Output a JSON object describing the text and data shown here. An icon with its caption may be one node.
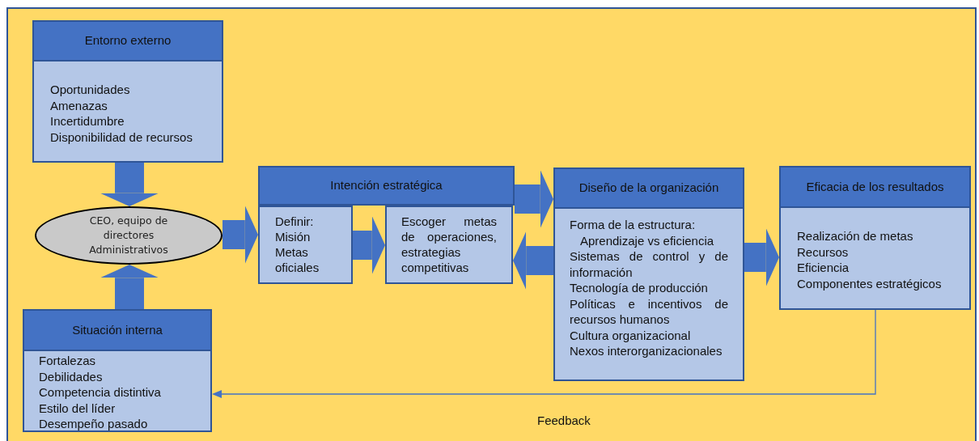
{
  "diagram": {
    "nodes": [
      {
        "text": [
          "Entorno externo",
          "Oportunidades",
          "Amenazas",
          "Incertidumbre",
          "Disponibilidad de recursos"
        ]
      },
      {
        "text": [
          "CEO, equipo de directores Administrativos"
        ]
      },
      {
        "text": [
          "Situación interna",
          "Fortalezas",
          "Debilidades",
          "Competencia distintiva",
          "Estilo del líder",
          "Desempeño pasado"
        ]
      },
      {
        "text": [
          "Intención estratégica"
        ]
      },
      {
        "text": [
          "Definir:",
          "Misión",
          "Metas oficiales"
        ]
      },
      {
        "text": [
          "Escoger metas de operaciones, estrategias competitivas"
        ]
      },
      {
        "text": [
          "Diseño de la organización",
          "Forma de la estructura:",
          "Aprendizaje vs eficiencia",
          "Sistemas de control y de información",
          "Tecnología de producción",
          "Políticas e incentivos de recursos humanos",
          "Cultura organizacional",
          "Nexos interorganizacionales"
        ]
      },
      {
        "text": [
          "Eficacia de los resultados",
          "Realización de metas",
          "Recursos",
          "Eficiencia",
          "Componentes estratégicos"
        ]
      }
    ],
    "edges": [
      {
        "from": 0,
        "to": 1,
        "arrow": "to"
      },
      {
        "from": 2,
        "to": 1,
        "arrow": "to"
      },
      {
        "from": 1,
        "to": 4,
        "arrow": "to"
      },
      {
        "from": 4,
        "to": 5,
        "arrow": "to"
      },
      {
        "from": 3,
        "to": 6,
        "arrow": "to"
      },
      {
        "from": 6,
        "to": 5,
        "arrow": "to"
      },
      {
        "from": 6,
        "to": 7,
        "arrow": "to"
      },
      {
        "from": 7,
        "to": 2,
        "arrow": "to",
        "label": "Feedback"
      }
    ]
  }
}
